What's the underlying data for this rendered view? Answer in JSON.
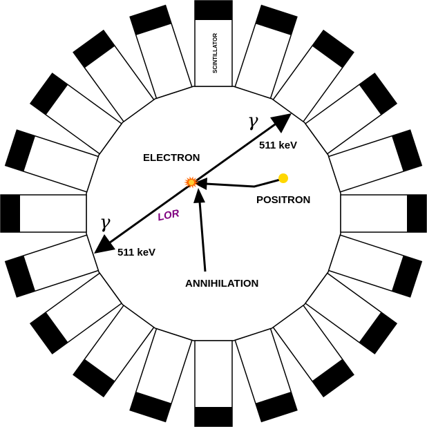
{
  "diagram": {
    "detector_count": 20,
    "labels": {
      "scintillator": "SCINTILLATOR",
      "electron": "ELECTRON",
      "positron": "POSITRON",
      "annihilation": "ANNIHILATION",
      "lor": "LOR",
      "energy_upper": "511 keV",
      "energy_lower": "511 keV",
      "gamma_upper": "γ",
      "gamma_lower": "γ"
    },
    "colors": {
      "detector_outline": "#000000",
      "detector_block": "#000000",
      "lor_label": "#800080",
      "positron_dot": "#ffd700",
      "annihilation_burst": "#ff6600",
      "arrow": "#000000"
    }
  }
}
